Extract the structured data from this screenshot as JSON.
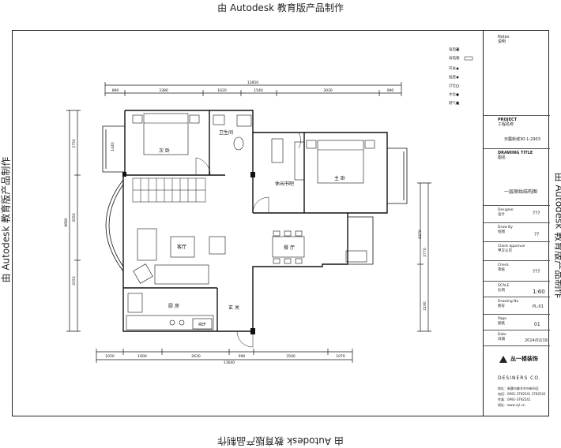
{
  "watermark": "由 Autodesk 教育版产品制作",
  "plan": {
    "rooms": {
      "second_bedroom": "次  卧",
      "bathroom": "卫生间",
      "leisure_study": "休闲书吧",
      "master_bedroom": "主  卧",
      "living_room": "客厅",
      "dining_room": "餐  厅",
      "kitchen": "厨  房",
      "entrance": "玄  关",
      "refrigerator": "REF"
    },
    "dimensions": {
      "top_total": "12850",
      "top_segments": [
        "890",
        "3380",
        "1620",
        "1540",
        "3030",
        "990"
      ],
      "bottom_total": "11640",
      "bottom_segments": [
        "1050",
        "1600",
        "2630",
        "990",
        "3500",
        "1070"
      ],
      "left_total": "9680",
      "left_segments": [
        "2750",
        "3550",
        "2053"
      ],
      "left_inner": "1440",
      "right_total": "6370",
      "right_segments": [
        "2770",
        "2190"
      ]
    }
  },
  "title_block": {
    "notes_label": "Notes",
    "notes_sub": "说明",
    "project_label": "PROJECT",
    "project_sub": "工程名称",
    "project_name": "天麓新城30-1-2903",
    "drawing_title_label": "DRAWING  TITLE",
    "drawing_title_sub": "图名",
    "drawing_title": "一层原始结构图",
    "design_label": "Designer",
    "design_sub": "设计",
    "design_value": "???",
    "draw_by_label": "Draw By",
    "draw_by_sub": "绘图",
    "draw_by_value": "??",
    "client_label": "Client  approval",
    "client_sub": "甲方认可",
    "check_label": "Check",
    "check_sub": "审核",
    "check_value": "???",
    "scale_label": "SCALE",
    "scale_sub": "比例",
    "scale_value": "1:60",
    "drawing_no_label": "Drawing  No",
    "drawing_no_sub": "图号",
    "drawing_no_value": "PL-01",
    "page_label": "Page",
    "page_sub": "图纸",
    "page_value": "01",
    "date_label": "Date",
    "date_sub": "日期",
    "date_value": "2014/02/19",
    "company_logo": "丛一楼装饰",
    "company_en": "DESINERS  CO.",
    "company_info": [
      "地址：新疆乌鲁木齐市新市区",
      "电话：0991-3792541  3792542",
      "传真：0991-3792541",
      "网址：www.cyl.cn"
    ]
  },
  "legend": [
    "强电箱",
    "弱电箱",
    "开关",
    "插座",
    "灯位",
    "水位",
    "燃气位"
  ]
}
